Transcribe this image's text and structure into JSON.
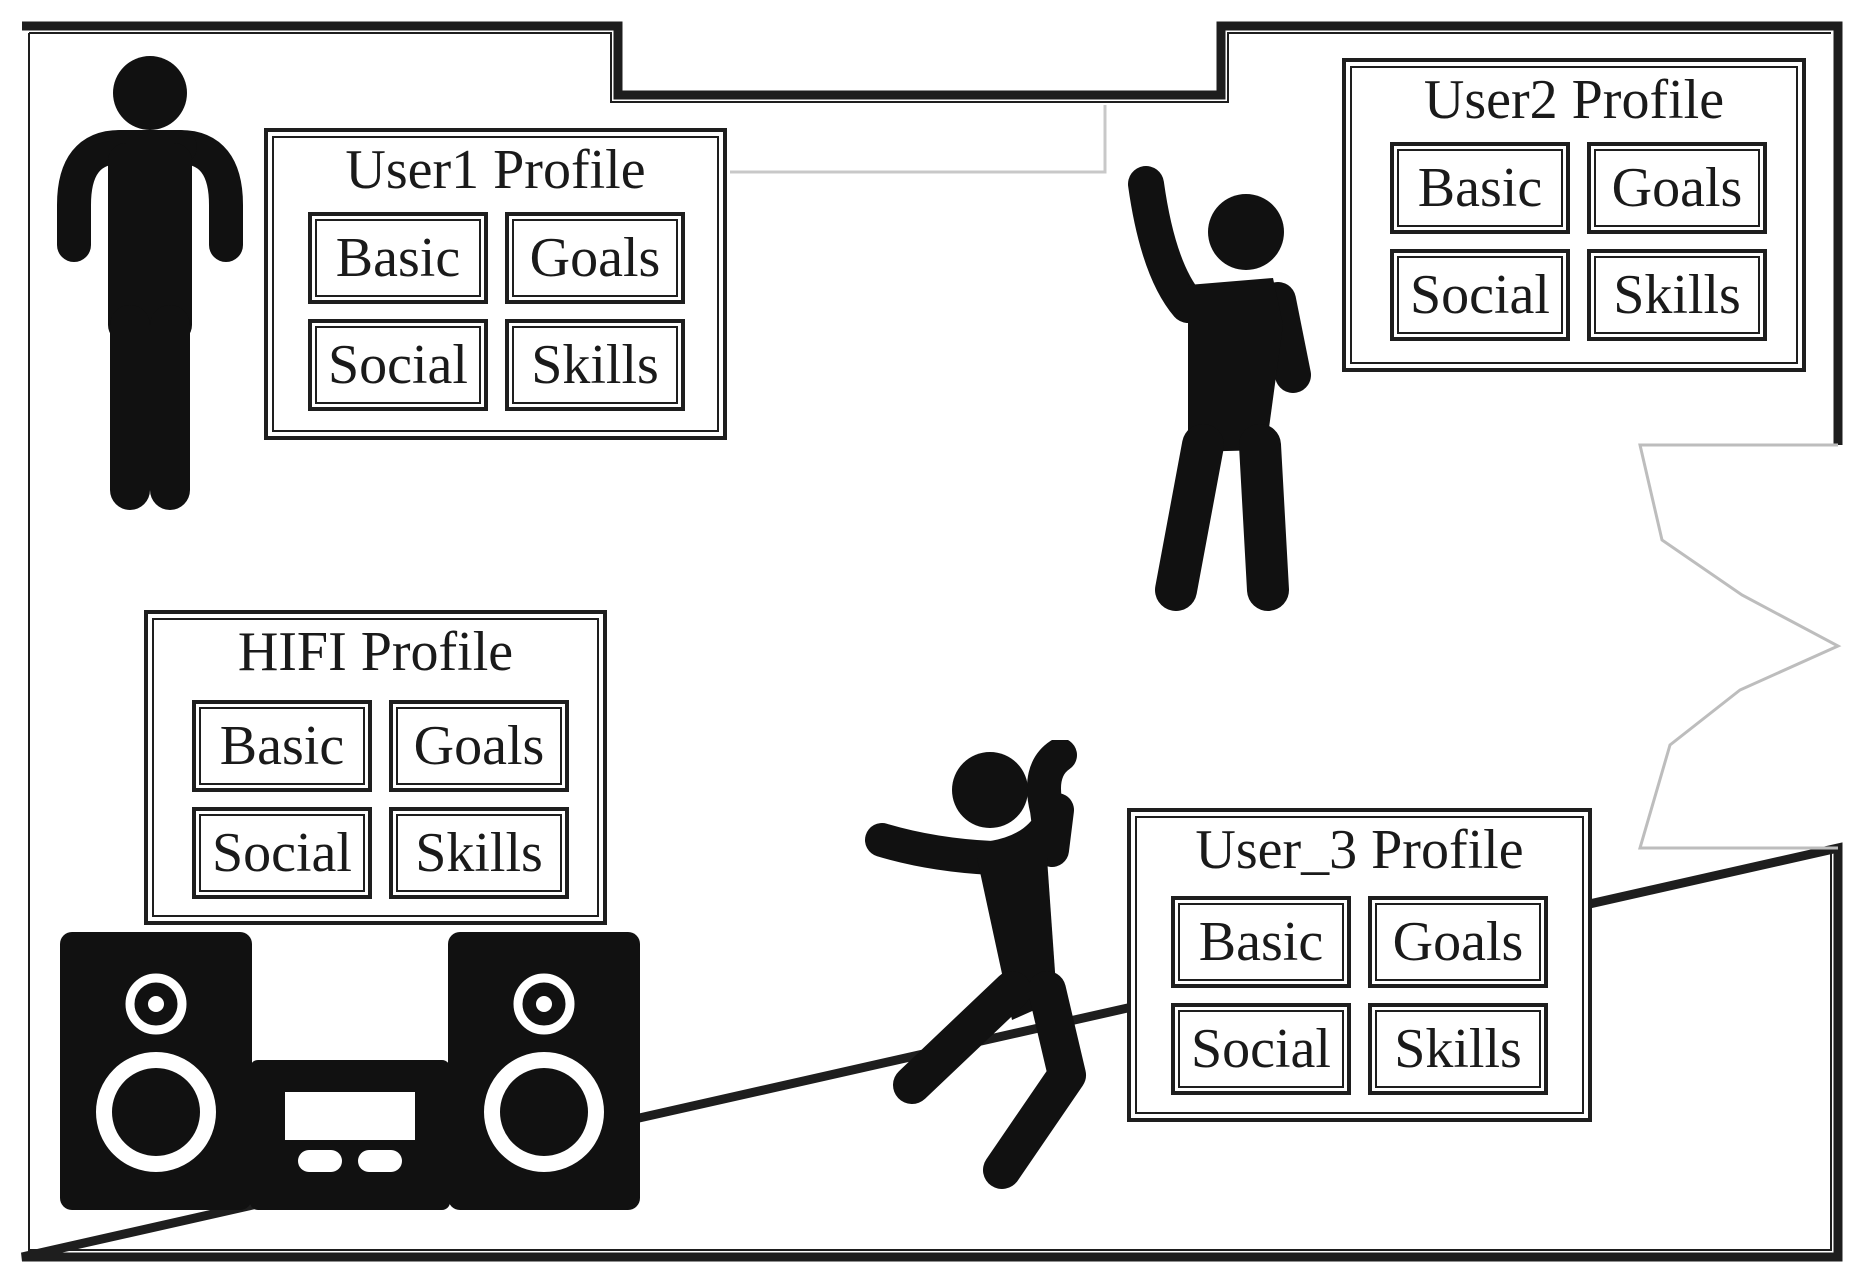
{
  "colors": {
    "ink": "#111111",
    "wall": "#1e1e1e",
    "door": "#bdbdbd",
    "background": "#ffffff"
  },
  "profiles": [
    {
      "id": "user1",
      "title": "User1 Profile",
      "tabs": [
        "Basic",
        "Goals",
        "Social",
        "Skills"
      ]
    },
    {
      "id": "user2",
      "title": "User2 Profile",
      "tabs": [
        "Basic",
        "Goals",
        "Social",
        "Skills"
      ]
    },
    {
      "id": "hifi",
      "title": "HIFI Profile",
      "tabs": [
        "Basic",
        "Goals",
        "Social",
        "Skills"
      ]
    },
    {
      "id": "user3",
      "title": "User_3 Profile",
      "tabs": [
        "Basic",
        "Goals",
        "Social",
        "Skills"
      ]
    }
  ],
  "icons": [
    "person-standing-icon",
    "person-waving-icon",
    "person-jumping-icon",
    "hifi-stereo-icon"
  ]
}
